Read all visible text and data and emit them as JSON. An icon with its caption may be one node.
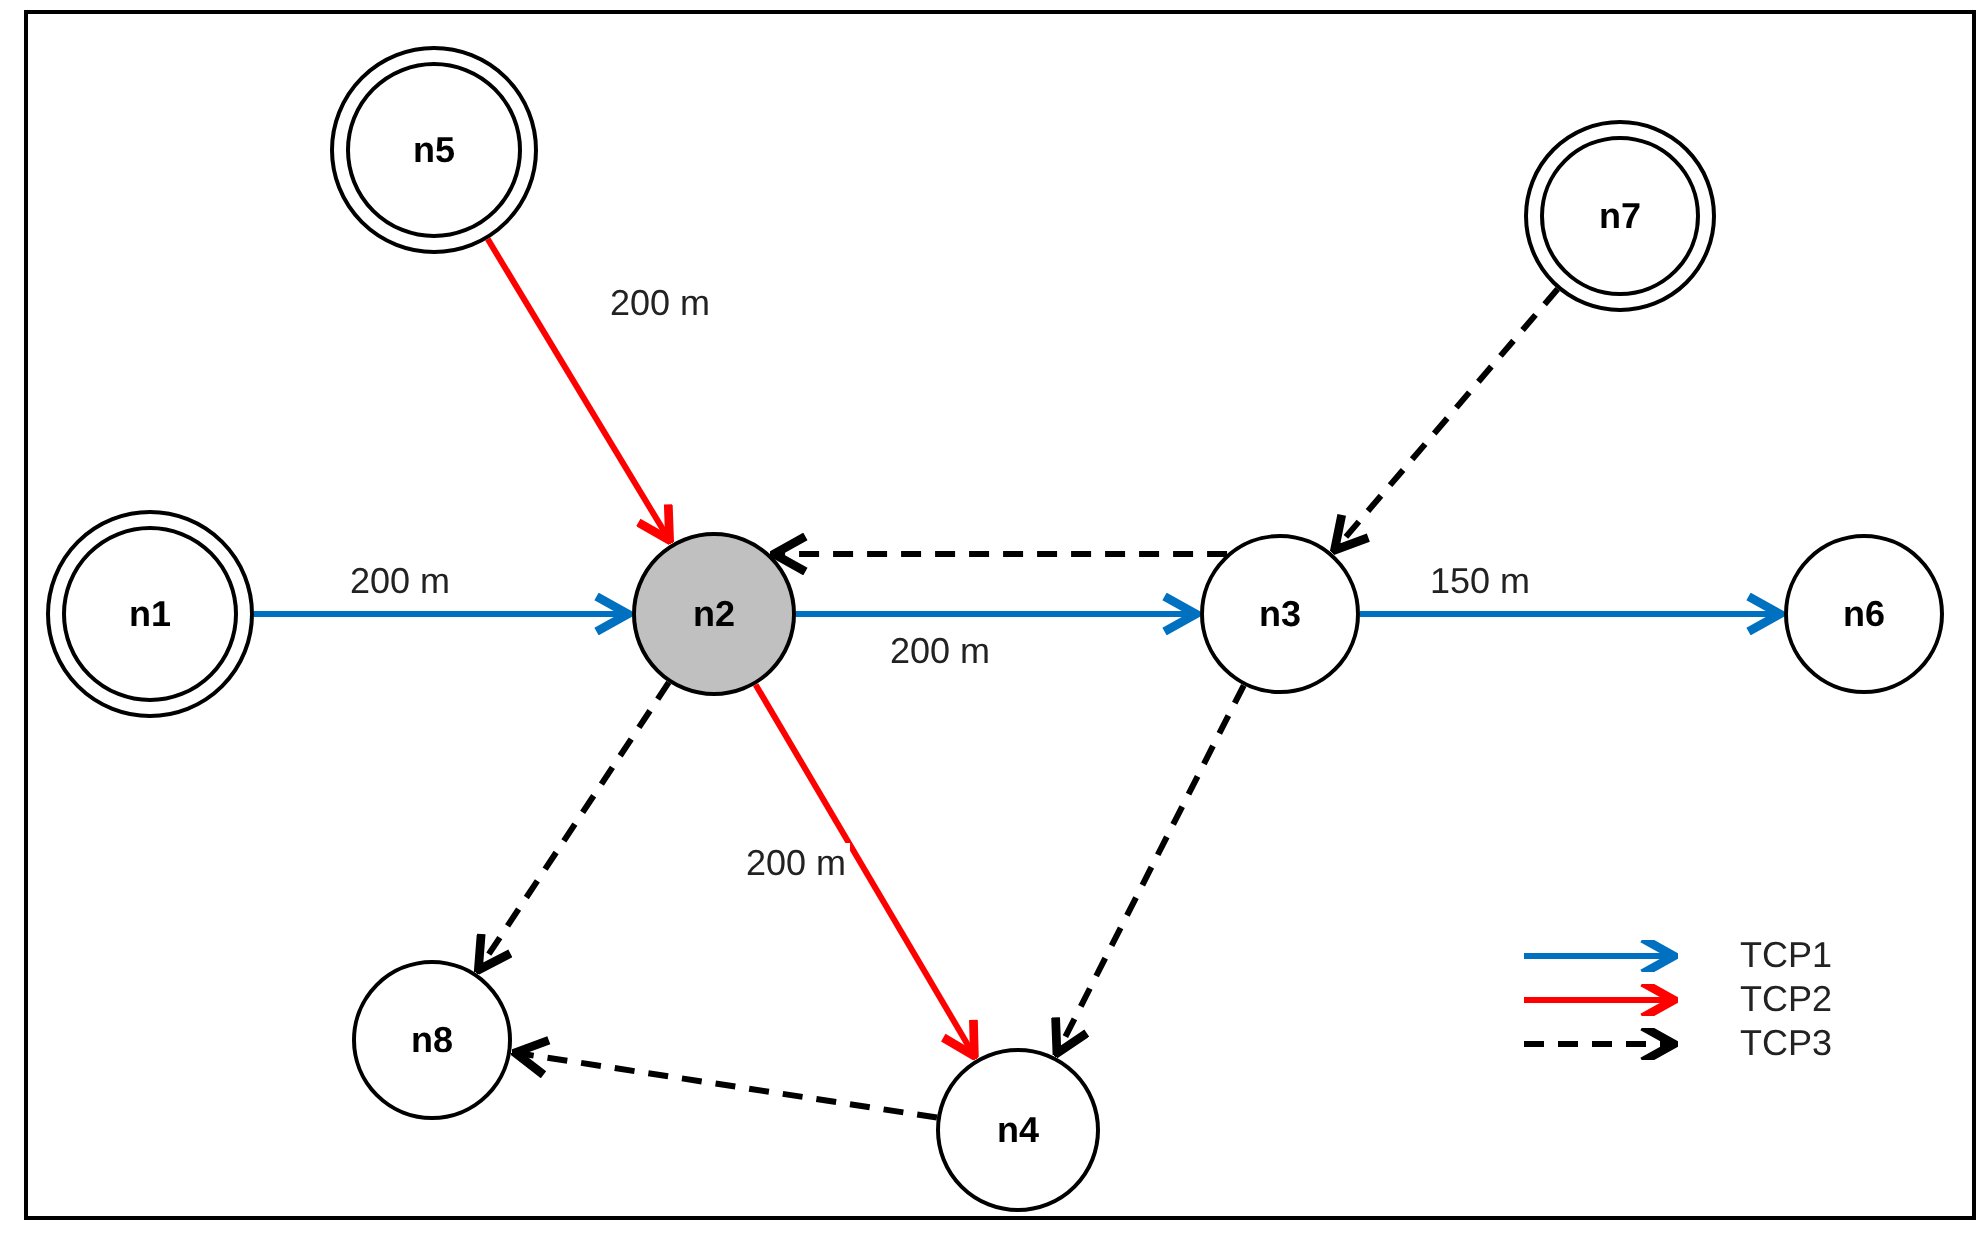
{
  "diagram": {
    "nodes": [
      {
        "text": [
          "n5"
        ]
      },
      {
        "text": [
          "n7"
        ]
      },
      {
        "text": [
          "n1"
        ]
      },
      {
        "text": [
          "n2"
        ]
      },
      {
        "text": [
          "n3"
        ]
      },
      {
        "text": [
          "n6"
        ]
      },
      {
        "text": [
          "n8"
        ]
      },
      {
        "text": [
          "n4"
        ]
      }
    ],
    "edges": [
      {
        "from": 0,
        "to": 3,
        "arrow": "to",
        "label": "200 m",
        "color": "#ff0000"
      },
      {
        "from": 1,
        "to": 4,
        "arrow": "to",
        "style": "dashed"
      },
      {
        "from": 2,
        "to": 3,
        "arrow": "to",
        "label": "200 m",
        "color": "#0070c0"
      },
      {
        "from": 4,
        "to": 3,
        "arrow": "to",
        "style": "dashed"
      },
      {
        "from": 3,
        "to": 4,
        "arrow": "to",
        "label": "200 m",
        "color": "#0070c0"
      },
      {
        "from": 4,
        "to": 5,
        "arrow": "to",
        "label": "150 m",
        "color": "#0070c0"
      },
      {
        "from": 3,
        "to": 6,
        "arrow": "to",
        "style": "dashed"
      },
      {
        "from": 3,
        "to": 7,
        "arrow": "to",
        "label": "200 m",
        "color": "#ff0000"
      },
      {
        "from": 4,
        "to": 7,
        "arrow": "to",
        "style": "dashed"
      },
      {
        "from": 7,
        "to": 6,
        "arrow": "to",
        "style": "dashed"
      }
    ],
    "legend": [
      {
        "text": "TCP1",
        "color": "#0070c0"
      },
      {
        "text": "TCP2",
        "color": "#ff0000"
      },
      {
        "text": "TCP3",
        "color": "#000000"
      }
    ]
  }
}
